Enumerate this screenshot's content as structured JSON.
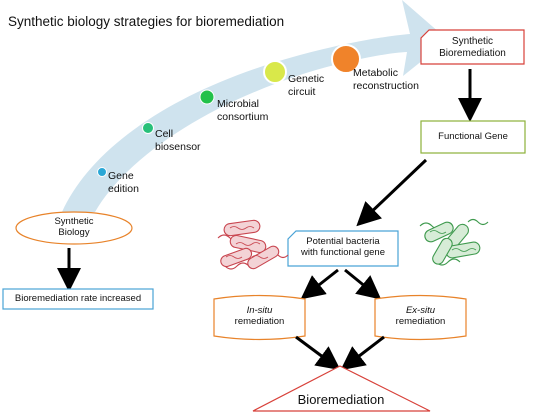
{
  "title": "Synthetic biology strategies for bioremediation",
  "colors": {
    "arrow_fill": "#cfe3ee",
    "red_outline": "#d8413a",
    "orange_outline": "#e8832a",
    "green_outline": "#8db13a",
    "blue_outline": "#4aa3d6",
    "dot_gene": "#2aa7d6",
    "dot_cell": "#27c07a",
    "dot_microbial": "#22c14a",
    "dot_genetic": "#d9e84a",
    "dot_metabolic": "#f0832a",
    "bacteria_red": "#c8454f",
    "bacteria_green": "#3f9a4e"
  },
  "arrow_steps": [
    {
      "label_line1": "Gene",
      "label_line2": "edition",
      "icon": "gene-dot"
    },
    {
      "label_line1": "Cell",
      "label_line2": "biosensor",
      "icon": "cell-dot"
    },
    {
      "label_line1": "Microbial",
      "label_line2": "consortium",
      "icon": "microbial-dot"
    },
    {
      "label_line1": "Genetic",
      "label_line2": "circuit",
      "icon": "genetic-dot"
    },
    {
      "label_line1": "Metabolic",
      "label_line2": "reconstruction",
      "icon": "metabolic-dot"
    }
  ],
  "synthetic_biology": {
    "line1": "Synthetic",
    "line2": "Biology"
  },
  "rate_box": {
    "label": "Bioremediation rate increased"
  },
  "synthetic_bioremediation": {
    "line1": "Synthetic",
    "line2": "Bioremediation"
  },
  "functional_gene": {
    "label": "Functional Gene"
  },
  "potential_bacteria": {
    "line1": "Potential bacteria",
    "line2": "with functional gene"
  },
  "in_situ": {
    "line1": "In-situ",
    "line2": "remediation"
  },
  "ex_situ": {
    "line1": "Ex-situ",
    "line2": "remediation"
  },
  "bioremediation": {
    "label": "Bioremediation"
  }
}
